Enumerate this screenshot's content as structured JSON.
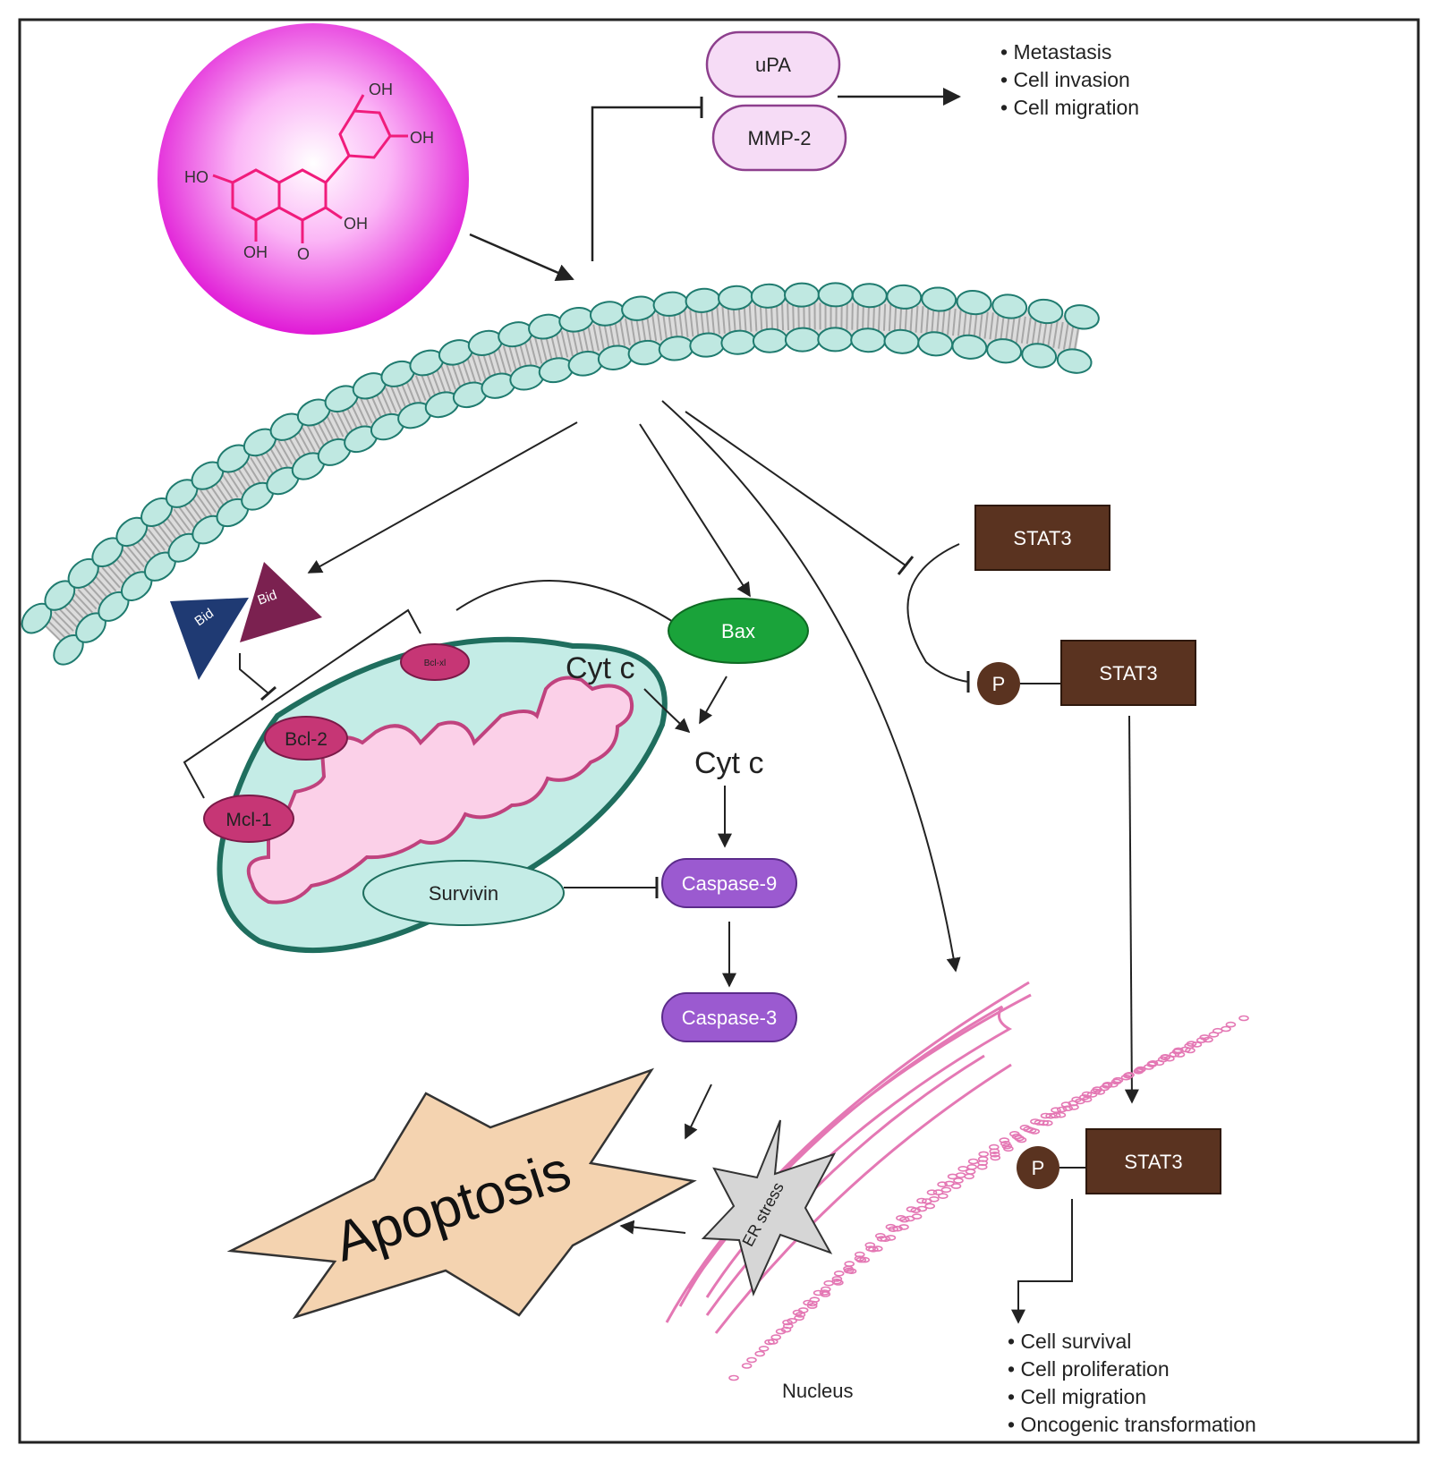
{
  "molecule": {
    "substituents": [
      "OH",
      "OH",
      "HO",
      "OH",
      "OH",
      "O"
    ]
  },
  "nodes": {
    "upa": "uPA",
    "mmp2": "MMP-2",
    "bid_a": "Bid",
    "bid_b": "Bid",
    "bcl_xl": "Bcl-xl",
    "bcl2": "Bcl-2",
    "mcl1": "Mcl-1",
    "cytc_inner": "Cyt c",
    "cytc_outer": "Cyt c",
    "bax": "Bax",
    "survivin": "Survivin",
    "caspase9": "Caspase-9",
    "caspase3": "Caspase-3",
    "apoptosis": "Apoptosis",
    "er_stress": "ER stress",
    "nucleus": "Nucleus",
    "stat3_1": "STAT3",
    "stat3_2": "STAT3",
    "stat3_3": "STAT3",
    "p_1": "P",
    "p_2": "P"
  },
  "outcomes_top": [
    "Metastasis",
    "Cell invasion",
    "Cell migration"
  ],
  "outcomes_bottom": [
    "Cell survival",
    "Cell proliferation",
    "Cell migration",
    "Oncogenic transformation"
  ],
  "colors": {
    "membrane": "#bfe8e1",
    "membrane_stroke": "#1f7b6f",
    "pill": "#f6dcf6",
    "pill_stroke": "#8d3f8d",
    "bax": "#1aa33a",
    "caspase": "#9b5ad0",
    "stat3": "#5a3320",
    "mito_outer": "#c4ece6",
    "mito_inner": "#fbd0e8",
    "mito_inner_stroke": "#c0427e",
    "bcl": "#c63675",
    "bid_a": "#1f3a73",
    "bid_b": "#7b2150",
    "apoptosis": "#f4d3b0",
    "er": "#e478b4",
    "er_star": "#d6d6d6",
    "molecule": "#f01c7c"
  }
}
